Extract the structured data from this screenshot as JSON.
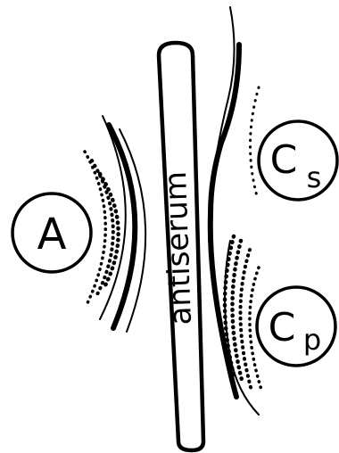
{
  "trough": {
    "label": "antiserum"
  },
  "wells": {
    "a": {
      "label": "A"
    },
    "cs": {
      "label": "C",
      "subscript": "s"
    },
    "cp": {
      "label": "C",
      "subscript": "p"
    }
  },
  "colors": {
    "ink": "#000000",
    "background": "#ffffff"
  }
}
